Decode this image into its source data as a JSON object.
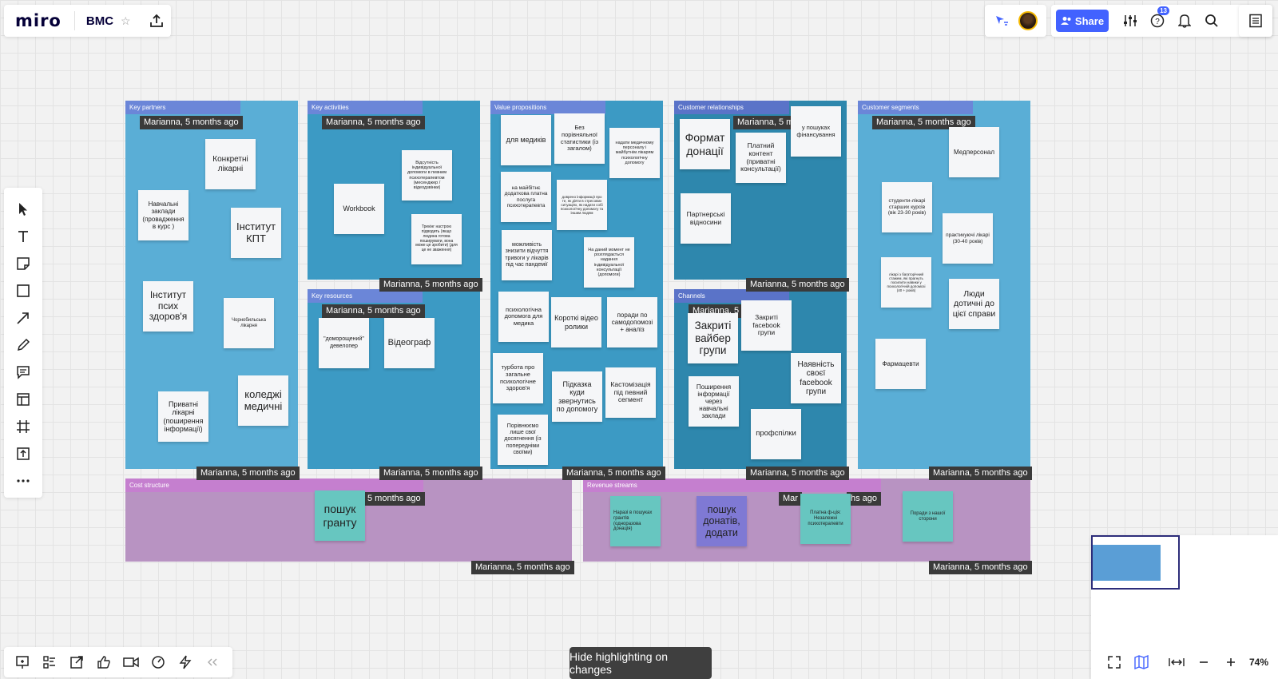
{
  "header": {
    "logo": "miro",
    "board_title": "BMC",
    "share_label": "Share",
    "notifications_count": "13"
  },
  "canvas": {
    "frames": {
      "key_partners": "Key partners",
      "key_activities": "Key activities",
      "key_resources": "Key resources",
      "value_propositions": "Value propositions",
      "customer_relationships": "Customer relationships",
      "channels": "Channels",
      "customer_segments": "Customer segments",
      "cost_structure": "Cost structure",
      "revenue_streams": "Revenue streams"
    },
    "stamp_full": "Marianna, 5 months ago",
    "stamp_partial_1": "5 months ago",
    "stamp_partial_2": "Marianna, 5",
    "stamp_partial_3": "Mar",
    "stamp_partial_4": "hs ago",
    "notes": {
      "kp_1": "Конкретні лікарні",
      "kp_2": "Навчальні заклади (провадження в курс )",
      "kp_3": "Інститут КПТ",
      "kp_4": "Інститут псих здоров'я",
      "kp_5": "Чорнобильська лікарня",
      "kp_6": "коледжі медичні",
      "kp_7": "Приватні лікарні (поширення інформації)",
      "ka_1": "Відсутність індивідуальної допомоги в певним психотерапевтом (месенджер / відеодзвінки)",
      "ka_2": "Workbook",
      "ka_3": "Трекінг настрою підводить (якщо людина готова поширувати, вона може це зробити) (для це не зваження)",
      "kr_1": "\"доморощений\" девелопер",
      "kr_2": "Відеограф",
      "vp_1": "для медиків",
      "vp_2": "Без порівняльної статистики (із загалом)",
      "vp_3": "надати медичному персоналу і майбутнім лікарям психологічну допомогу",
      "vp_4": "на майбітнє додаткова платна послуга психотерапевта",
      "vp_5": "доврено інформації про те, як діяти в стресових ситуаціях, як надати собі психологічну допомогу та іншим людям",
      "vp_6": "можливість знизити відчуття тривоги у лікарів під час пандемії",
      "vp_7": "На даний момент не розглядається надання індивідуальної консультації (допомоги)",
      "vp_8": "психологічна допомога для медика",
      "vp_9": "Короткі відео ролики",
      "vp_10": "поради по самодопомозі + аналіз",
      "vp_11": "турбота про загальне психологічне здоров'я",
      "vp_12": "Підказка куди звернутись по допомогу",
      "vp_13": "Кастомізація під певний сегмент",
      "vp_14": "Порівнюємо лише свої досягнення (із попередніми своїми)",
      "cr_1": "Формат донації",
      "cr_2": "у пошуках фінансування",
      "cr_3": "Платний контент (приватні консультації)",
      "cr_4": "Партнерські відносини",
      "ch_1": "Закриті вайбер групи",
      "ch_2": "Закриті facebook групи",
      "ch_3": "Наявність своєї facebook групи",
      "ch_4": "Поширення інформації через навчальні заклади",
      "ch_5": "профспілки",
      "cs_1": "Медперсонал",
      "cs_2": "студенти-лікарі старших курсів (вік 23-30 років)",
      "cs_3": "практикуючі лікарі (30-40 років)",
      "cs_4": "лікарі з багаторічний стажем, які прагнуть посилити навики у психологічній допомозі (40 + років)",
      "cs_5": "Люди дотичні до цієї справи",
      "cs_6": "Фармацевти",
      "cost_1": "пошук гранту",
      "rev_1": "Наразі в пошуках грантів (одноразова донація)",
      "rev_2": "пошук донатів, додати",
      "rev_3": "Платна ф-ція: Незалежні психотерапевти",
      "rev_4": "Поради з нашої сторони"
    }
  },
  "bottom": {
    "hide_highlighting_label": "Hide highlighting on changes",
    "zoom_level": "74%"
  },
  "colors": {
    "frame_blue": "#5aaed6",
    "frame_blue_dark": "#3c9ac4",
    "frame_label_blue": "#6b86d8",
    "frame_pink": "#b893c2",
    "frame_label_pink": "#c57fcf",
    "accent": "#4262ff"
  }
}
